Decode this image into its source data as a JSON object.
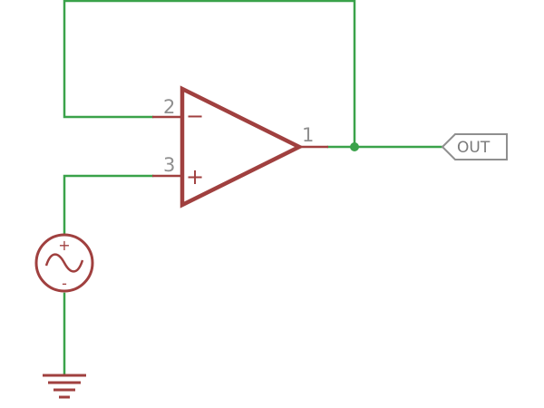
{
  "colors": {
    "background": "#ffffff",
    "net": "#3aa24a",
    "component": "#a0403f",
    "pin_text": "#8f8f8f",
    "label_outline": "#8f8f8f",
    "label_text": "#7a7a7a"
  },
  "opamp": {
    "pin_inverting": "2",
    "pin_noninverting": "3",
    "pin_output": "1",
    "sign_inverting": "−",
    "sign_noninverting": "+"
  },
  "source": {
    "sign_plus": "+",
    "sign_minus": "-"
  },
  "net_label": {
    "text": "OUT"
  },
  "icons": {
    "opamp": "op-amp-triangle-icon",
    "source": "ac-voltage-source-icon",
    "ground": "ground-icon",
    "junction": "junction-dot-icon",
    "label": "net-label-flag-icon"
  }
}
